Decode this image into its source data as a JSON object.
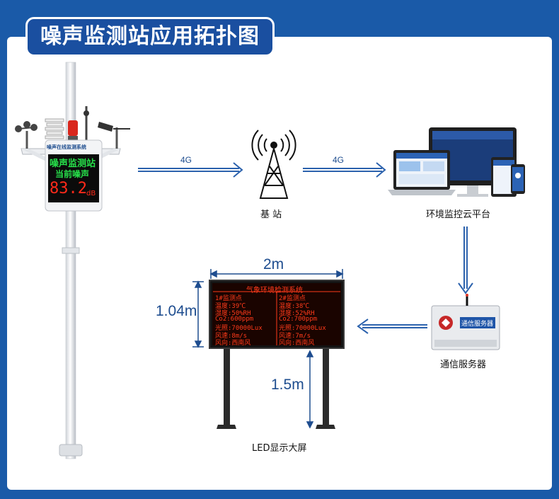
{
  "title": "噪声监测站应用拓扑图",
  "station": {
    "brand": "噪声在线监测系统",
    "line1": "噪声监测站",
    "line2": "当前噪声",
    "value": "83.2",
    "unit": "dB"
  },
  "links": {
    "left": "4G",
    "right": "4G"
  },
  "nodes": {
    "base_station": "基  站",
    "cloud": "环境监控云平台",
    "server": "通信服务器",
    "led": "LED显示大屏"
  },
  "dimensions": {
    "width": "2m",
    "height": "1.04m",
    "stand": "1.5m"
  },
  "server_label": "通信服务器",
  "led_board": {
    "heading": "气象环境检测系统",
    "rows": [
      [
        "1#监测点",
        "2#监测点"
      ],
      [
        "温度:39℃",
        "温度:38℃"
      ],
      [
        "湿度:50%RH",
        "湿度:52%RH"
      ],
      [
        "Co2:600ppm",
        "Co2:700ppm"
      ],
      [
        "光照:70000Lux",
        "光照:70000Lux"
      ],
      [
        "风速:8m/s",
        "风速:7m/s"
      ],
      [
        "风向:西南风",
        "风向:西南风"
      ]
    ]
  },
  "colors": {
    "frame": "#1a5aa8",
    "accent": "#1e4d8f",
    "led": "#ff3a1a",
    "display_green": "#27e04a"
  }
}
